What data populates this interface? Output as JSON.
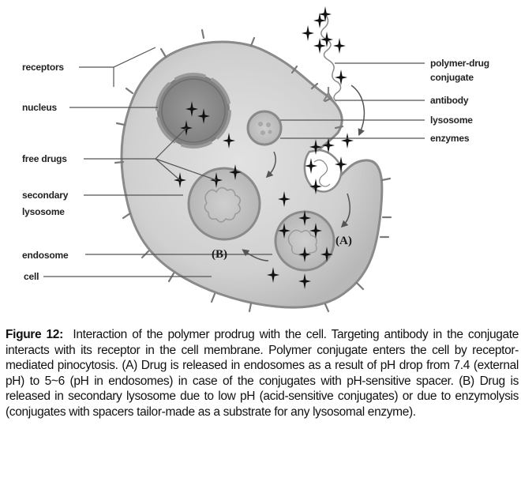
{
  "figure": {
    "labels_left": {
      "receptors": "receptors",
      "nucleus": "nucleus",
      "free_drugs": "free drugs",
      "secondary_lysosome_1": "secondary",
      "secondary_lysosome_2": "lysosome",
      "endosome": "endosome",
      "cell": "cell"
    },
    "labels_right": {
      "polymer_drug_1": "polymer-drug",
      "polymer_drug_2": "conjugate",
      "antibody": "antibody",
      "lysosome": "lysosome",
      "enzymes": "enzymes"
    },
    "markers": {
      "a": "(A)",
      "b": "(B)"
    },
    "colors": {
      "cytoplasm": "#d4d4d4",
      "membrane": "#8a8a8a",
      "nucleus": "#8e8e8e",
      "drug": "#111111"
    }
  },
  "caption": {
    "label": "Figure 12:",
    "text": "Interaction of the polymer prodrug with the cell. Targeting antibody in the conjugate interacts with its receptor in the cell membrane. Polymer conjugate enters the cell by receptor-mediated pinocytosis. (A) Drug is released in endosomes as a result of pH drop from 7.4 (external pH) to 5~6 (pH in endosomes) in case of the conjugates with pH-sensitive spacer. (B) Drug is released in secondary lysosome due to low pH (acid-sensitive conjugates) or due to enzymolysis (conjugates with spacers tailor-made as a substrate for any lysosomal enzyme)."
  }
}
